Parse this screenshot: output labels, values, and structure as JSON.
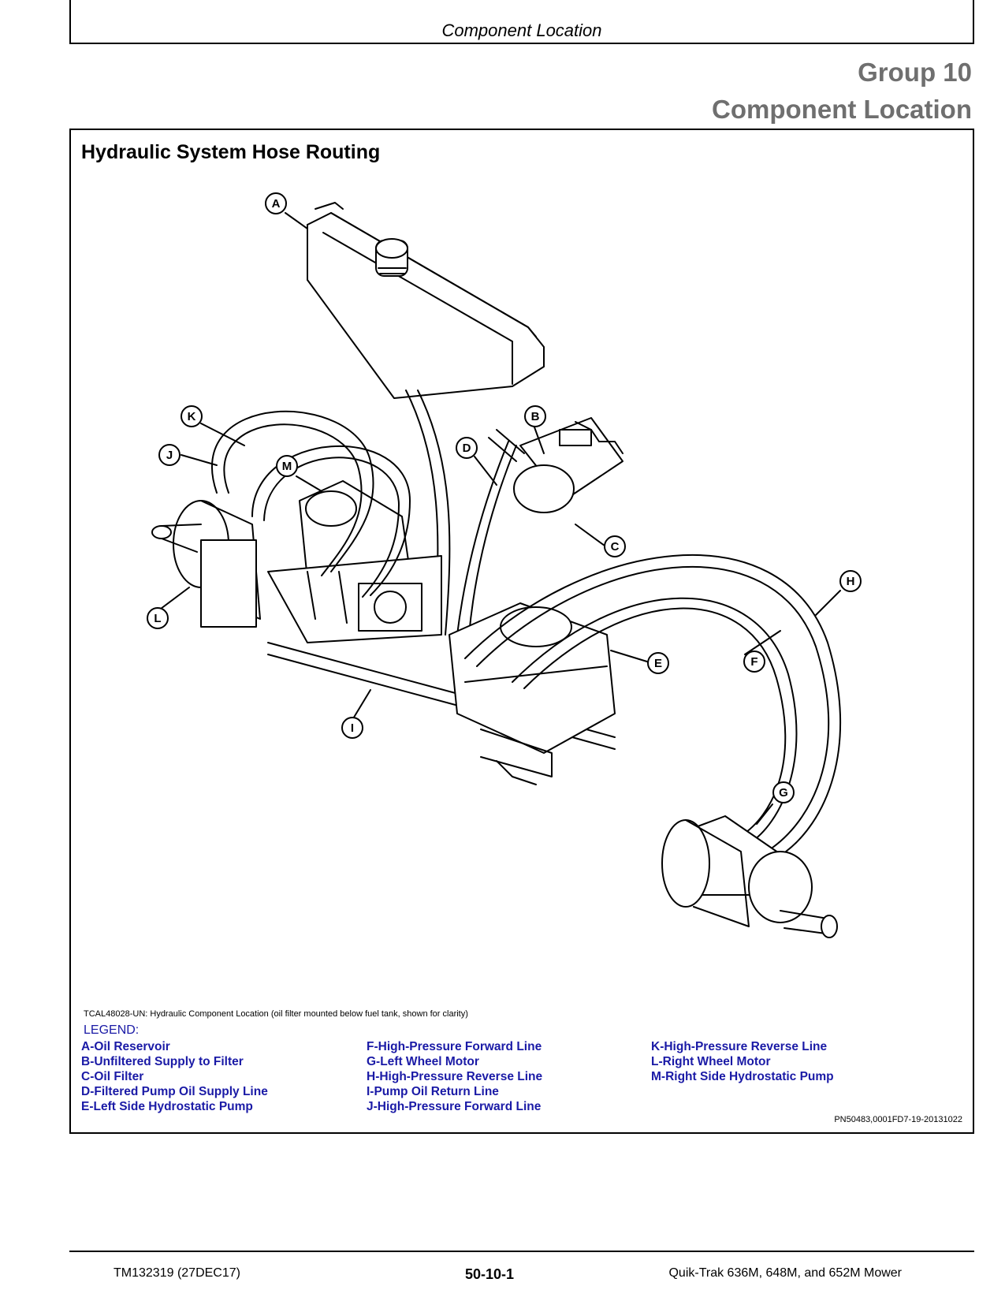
{
  "header": {
    "running_title": "Component Location"
  },
  "chapter": {
    "group": "Group 10",
    "title": "Component Location"
  },
  "section": {
    "title": "Hydraulic System Hose Routing"
  },
  "diagram": {
    "callouts": [
      "A",
      "B",
      "C",
      "D",
      "E",
      "F",
      "G",
      "H",
      "I",
      "J",
      "K",
      "L",
      "M"
    ]
  },
  "caption": "TCAL48028-UN: Hydraulic Component Location (oil filter mounted below fuel tank, shown for clarity)",
  "legend": {
    "title": "LEGEND:",
    "col1": [
      "A-Oil Reservoir",
      "B-Unfiltered Supply to Filter",
      "C-Oil Filter",
      "D-Filtered Pump Oil Supply Line",
      "E-Left Side Hydrostatic Pump"
    ],
    "col2": [
      "F-High-Pressure Forward Line",
      "G-Left Wheel Motor",
      "H-High-Pressure Reverse Line",
      "I-Pump Oil Return Line",
      "J-High-Pressure Forward Line"
    ],
    "col3": [
      "K-High-Pressure Reverse Line",
      "L-Right Wheel Motor",
      "M-Right Side Hydrostatic Pump"
    ]
  },
  "reference_id": "PN50483,0001FD7-19-20131022",
  "footer": {
    "manual": "TM132319 (27DEC17)",
    "page": "50-10-1",
    "product": "Quik-Trak 636M, 648M, and 652M Mower"
  }
}
